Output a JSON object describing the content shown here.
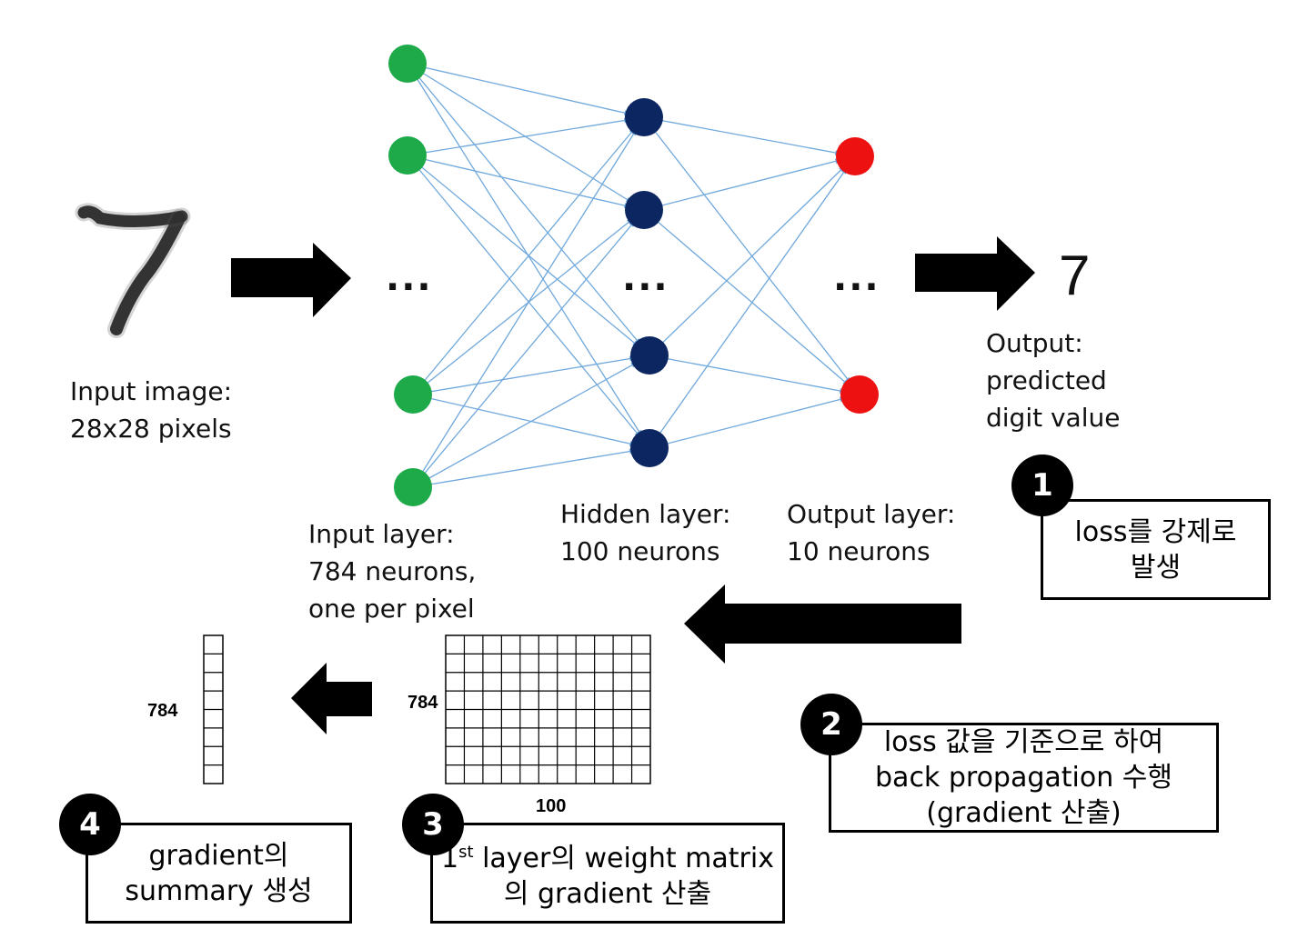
{
  "input_image_digit": "7",
  "labels": {
    "input_image": [
      "Input image:",
      "28x28 pixels"
    ],
    "input_layer": [
      "Input layer:",
      "784 neurons,",
      "one per pixel"
    ],
    "hidden_layer": [
      "Hidden layer:",
      "100 neurons"
    ],
    "output_layer": [
      "Output layer:",
      "10 neurons"
    ],
    "output": [
      "Output:",
      "predicted",
      "digit value"
    ],
    "output_digit": "7",
    "ellipsis": "..."
  },
  "steps": [
    {
      "number": "1",
      "lines": [
        "loss를 강제로",
        "발생"
      ]
    },
    {
      "number": "2",
      "lines": [
        "loss 값을 기준으로 하여",
        "back propagation 수행",
        "(gradient 산출)"
      ]
    },
    {
      "number": "3",
      "lines_rich": {
        "ordinal": "1",
        "sup": "st",
        "rest": " layer의 weight matrix",
        "line2": "의 gradient 산출"
      }
    },
    {
      "number": "4",
      "lines": [
        "gradient의",
        "summary 생성"
      ]
    }
  ],
  "matrix": {
    "rows_label": "784",
    "cols_label": "100"
  },
  "vector": {
    "rows_label": "784"
  },
  "colors": {
    "input_neuron": "#1faa4a",
    "hidden_neuron": "#0b2660",
    "output_neuron": "#ee1111",
    "edge": "#6fa8dc",
    "arrow": "#000000"
  }
}
